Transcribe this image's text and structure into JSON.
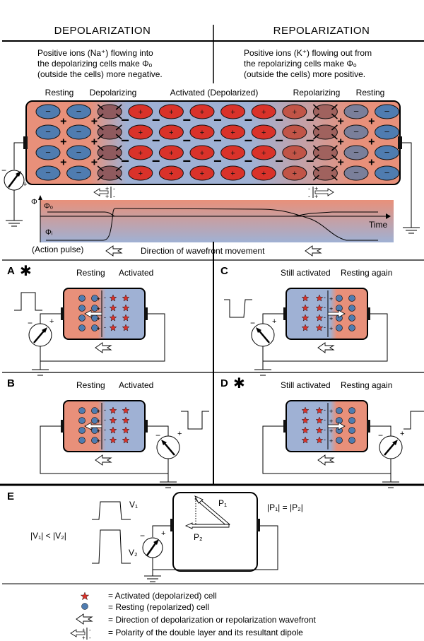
{
  "header": {
    "left_title": "DEPOLARIZATION",
    "right_title": "REPOLARIZATION",
    "left_desc": [
      "Positive ions (Na⁺) flowing into",
      "the depolarizing cells make Φₒ",
      "(outside the cells) more negative."
    ],
    "right_desc": [
      "Positive ions (K⁺) flowing out from",
      "the repolarizing cells make Φₒ",
      "(outside the cells) more positive."
    ]
  },
  "strip": {
    "region_labels": [
      "Resting",
      "Depolarizing",
      "Activated (Depolarized)",
      "Repolarizing",
      "Resting"
    ],
    "rows": 4,
    "columns": [
      {
        "state": "resting",
        "sign": "−"
      },
      {
        "state": "resting",
        "sign": "−"
      },
      {
        "state": "depolarizing",
        "sign": ""
      },
      {
        "state": "activated",
        "sign": "+"
      },
      {
        "state": "activated",
        "sign": "+"
      },
      {
        "state": "activated",
        "sign": "+"
      },
      {
        "state": "activated",
        "sign": "+"
      },
      {
        "state": "activated",
        "sign": "+"
      },
      {
        "state": "repolarizing",
        "sign": "+"
      },
      {
        "state": "repolarizing",
        "sign": ""
      },
      {
        "state": "repolarizing",
        "sign": "−"
      },
      {
        "state": "resting",
        "sign": "−"
      }
    ],
    "dipole_left": {
      "plus": "+",
      "minus": "-"
    },
    "dipole_right": {
      "plus": "+",
      "minus": "-"
    }
  },
  "potential_plot": {
    "y_axis_label": "Φ",
    "outside_label": "Φₒ",
    "inside_label": "Φᵢ",
    "x_axis_label": "Time",
    "action_pulse_label": "(Action pulse)",
    "wavefront_label": "Direction of wavefront movement"
  },
  "panels": [
    {
      "id": "A",
      "starred": true,
      "left_label": "Resting",
      "right_label": "Activated",
      "left_state": "resting",
      "right_state": "activated",
      "meter_side": "left",
      "arrow": "left",
      "signal": "positive"
    },
    {
      "id": "C",
      "starred": false,
      "left_label": "Still activated",
      "right_label": "Resting again",
      "left_state": "activated",
      "right_state": "resting",
      "meter_side": "left",
      "arrow": "right",
      "signal": "negative"
    },
    {
      "id": "B",
      "starred": false,
      "left_label": "Resting",
      "right_label": "Activated",
      "left_state": "resting",
      "right_state": "activated",
      "meter_side": "right",
      "arrow": "left",
      "signal": "negative"
    },
    {
      "id": "D",
      "starred": true,
      "left_label": "Still activated",
      "right_label": "Resting again",
      "left_state": "activated",
      "right_state": "resting",
      "meter_side": "right",
      "arrow": "right",
      "signal": "positive"
    }
  ],
  "panel_e": {
    "id": "E",
    "v1": "V₁",
    "v2": "V₂",
    "v_relation": "|V₁| < |V₂|",
    "p1": "P₁",
    "p2": "P₂",
    "p_relation": "|P₁| = |P₂|"
  },
  "legend": [
    {
      "icon": "star-icon",
      "text": "= Activated (depolarized) cell"
    },
    {
      "icon": "circle-icon",
      "text": "= Resting (repolarized) cell"
    },
    {
      "icon": "wavefront-arrow-icon",
      "text": "= Direction of depolarization or repolarization wavefront"
    },
    {
      "icon": "dipole-icon",
      "text": "= Polarity of the double layer and its resultant dipole"
    }
  ],
  "colors": {
    "resting_bg": "#e8907a",
    "activated_bg": "#9fb1d4",
    "resting_cell": "#4f7cb0",
    "activated_cell": "#d9322a",
    "star": "#d9322a"
  }
}
